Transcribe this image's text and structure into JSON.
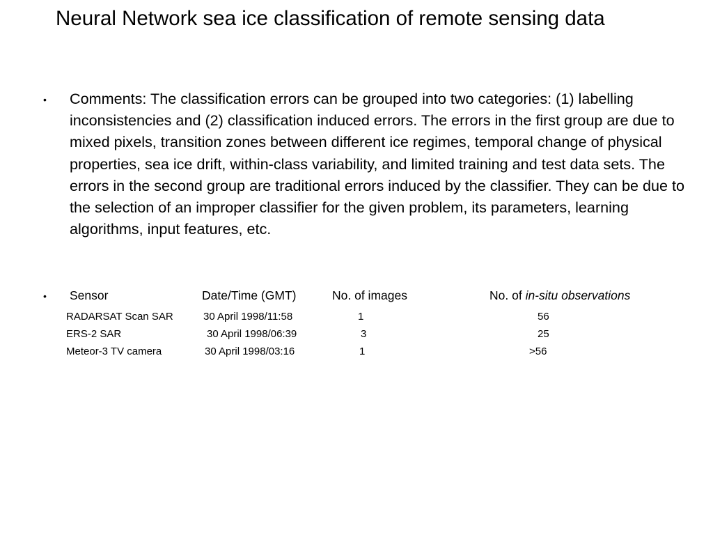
{
  "slide": {
    "title": "Neural Network sea ice classification of remote sensing data",
    "bullet_glyph": "•",
    "comment": "Comments: The classification errors can be grouped into two categories: (1) labelling inconsistencies and (2) classification induced errors. The errors in the first group are due to mixed pixels, transition zones between different ice regimes, temporal change of physical properties, sea ice drift, within-class variability, and limited training and test data sets. The errors in the second group are traditional errors induced by the classifier. They can be due to the selection of an improper classifier for the given problem, its parameters, learning algorithms, input features, etc.",
    "table": {
      "headers": {
        "sensor": "Sensor",
        "datetime": "Date/Time (GMT)",
        "images": "No. of images",
        "obs_prefix": "No. of ",
        "obs_italic": "in-situ observations"
      },
      "rows": [
        {
          "sensor": "RADARSAT Scan SAR",
          "datetime": "30 April 1998/11:58",
          "images": "1",
          "observations": "56"
        },
        {
          "sensor": "ERS-2 SAR",
          "datetime": "30 April 1998/06:39",
          "images": "3",
          "observations": "25"
        },
        {
          "sensor": "Meteor-3 TV camera",
          "datetime": "30 April 1998/03:16",
          "images": "1",
          "observations": ">56"
        }
      ]
    }
  }
}
